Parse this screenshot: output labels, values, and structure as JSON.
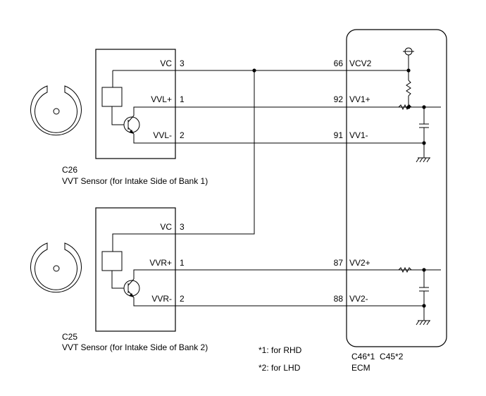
{
  "sensor1": {
    "code": "C26",
    "name": "VVT Sensor (for Intake Side of Bank 1)",
    "pins": [
      {
        "label": "VC",
        "num": "3"
      },
      {
        "label": "VVL+",
        "num": "1"
      },
      {
        "label": "VVL-",
        "num": "2"
      }
    ]
  },
  "sensor2": {
    "code": "C25",
    "name": "VVT Sensor (for Intake Side of Bank 2)",
    "pins": [
      {
        "label": "VC",
        "num": "3"
      },
      {
        "label": "VVR+",
        "num": "1"
      },
      {
        "label": "VVR-",
        "num": "2"
      }
    ]
  },
  "ecm": {
    "connectors": "C46*1  C45*2",
    "name": "ECM",
    "pins": [
      {
        "num": "66",
        "label": "VCV2"
      },
      {
        "num": "92",
        "label": "VV1+"
      },
      {
        "num": "91",
        "label": "VV1-"
      },
      {
        "num": "87",
        "label": "VV2+"
      },
      {
        "num": "88",
        "label": "VV2-"
      }
    ]
  },
  "notes": [
    "*1: for RHD",
    "*2: for LHD"
  ]
}
